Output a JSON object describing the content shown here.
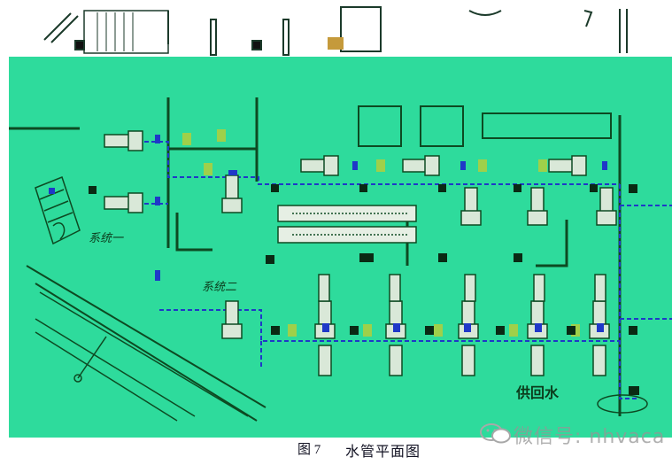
{
  "figure": {
    "system_one_label": "系统一",
    "system_two_label": "系统二",
    "supply_return_label": "供回水",
    "caption_number": "图 7",
    "caption_title": "水管平面图"
  },
  "watermark": {
    "icon": "wechat-icon",
    "text": "微信号: nhvaca"
  },
  "colors": {
    "background_band": "#2edb9c",
    "plan_lines": "#0d4a22",
    "pipe_markers": "#1f38c8",
    "equipment_fill": "#d9e8d8",
    "unit_tags": "#9fd04a",
    "watermark": "#9a9a9a"
  }
}
